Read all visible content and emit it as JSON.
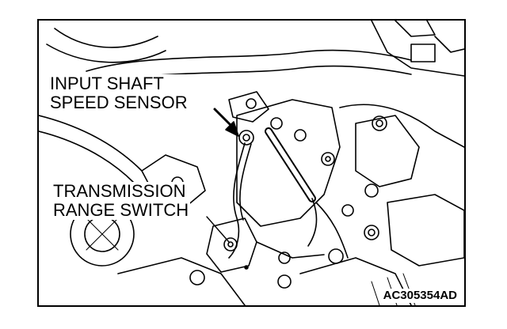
{
  "labels": {
    "input_shaft_line1": "INPUT SHAFT",
    "input_shaft_line2": "SPEED SENSOR",
    "range_switch_line1": "TRANSMISSION",
    "range_switch_line2": "RANGE SWITCH"
  },
  "figure_code": "AC305354AD",
  "colors": {
    "ink": "#000000",
    "paper": "#ffffff"
  }
}
